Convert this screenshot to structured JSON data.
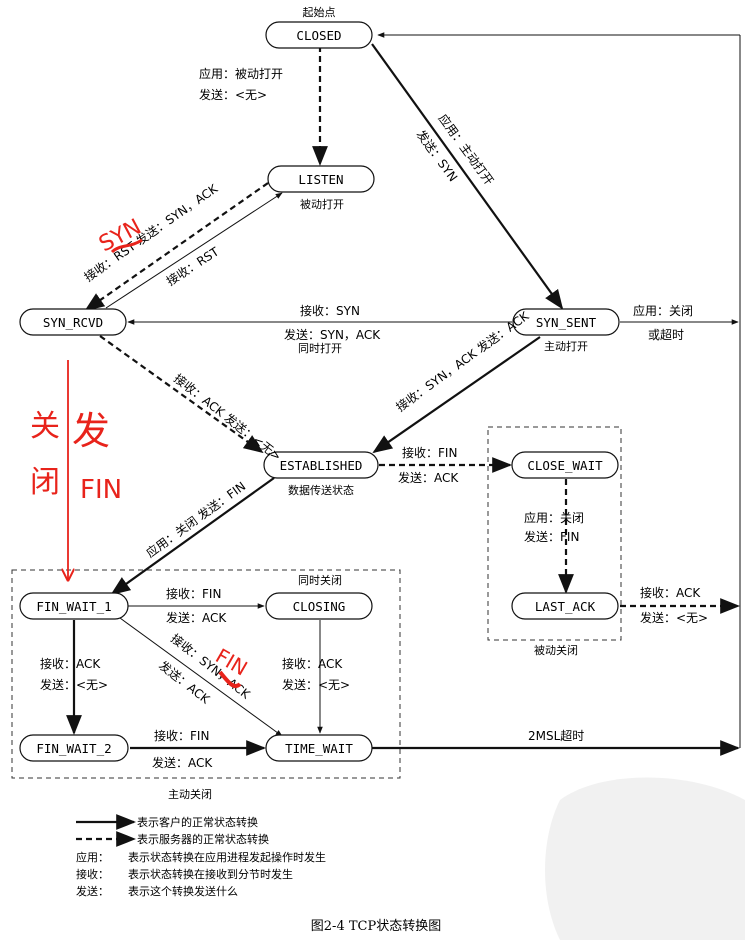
{
  "figure": {
    "caption": "图2-4   TCP状态转换图",
    "states": {
      "closed": "CLOSED",
      "listen": "LISTEN",
      "syn_rcvd": "SYN_RCVD",
      "syn_sent": "SYN_SENT",
      "established": "ESTABLISHED",
      "close_wait": "CLOSE_WAIT",
      "last_ack": "LAST_ACK",
      "fin_wait_1": "FIN_WAIT_1",
      "closing": "CLOSING",
      "fin_wait_2": "FIN_WAIT_2",
      "time_wait": "TIME_WAIT"
    },
    "notes": {
      "start": "起始点",
      "passive_open": "被动打开",
      "active_open": "主动打开",
      "data_transfer": "数据传送状态",
      "simultaneous_open": "同时打开",
      "simultaneous_close": "同时关闭",
      "passive_close": "被动关闭",
      "active_close": "主动关闭"
    },
    "transitions": {
      "closed_listen_app": "应用：被动打开",
      "closed_listen_send": "发送：<无>",
      "closed_synsent_app": "应用：主动打开",
      "closed_synsent_send": "发送：SYN",
      "listen_synrcvd": "接收：RST 发送：SYN，ACK",
      "synrcvd_listen": "接收：RST",
      "synsent_synrcvd_recv": "接收：SYN",
      "synsent_synrcvd_send": "发送：SYN，ACK",
      "synsent_close_app": "应用：关闭",
      "synsent_close_or": "或超时",
      "synrcvd_est": "接收：ACK 发送：<无>",
      "synsent_est": "接收：SYN，ACK 发送：ACK",
      "est_closewait_recv": "接收：FIN",
      "est_closewait_send": "发送：ACK",
      "closewait_lastack_app": "应用：关闭",
      "closewait_lastack_send": "发送：FIN",
      "lastack_recv": "接收：ACK",
      "lastack_send": "发送：<无>",
      "est_finwait1": "应用：关闭 发送：FIN",
      "finwait1_closing_recv": "接收：FIN",
      "finwait1_closing_send": "发送：ACK",
      "finwait1_finwait2_recv": "接收：ACK",
      "finwait1_finwait2_send": "发送：<无>",
      "closing_timewait_recv": "接收：ACK",
      "closing_timewait_send": "发送：<无>",
      "finwait1_timewait_recv": "接收：SYN，ACK",
      "finwait1_timewait_send": "发送：ACK",
      "finwait2_timewait_recv": "接收：FIN",
      "finwait2_timewait_send": "发送：ACK",
      "timeout_2msl": "2MSL超时"
    },
    "legend": {
      "solid": "表示客户的正常状态转换",
      "dashed": "表示服务器的正常状态转换",
      "app_key": "应用：",
      "app_desc": "表示状态转换在应用进程发起操作时发生",
      "recv_key": "接收：",
      "recv_desc": "表示状态转换在接收到分节时发生",
      "send_key": "发送：",
      "send_desc": "表示这个转换发送什么"
    },
    "annotations": {
      "syn_scribble": "SYN",
      "fin_scribble": "FIN",
      "guan": "关",
      "bi": "闭",
      "fa": "发",
      "fin_left": "FIN"
    },
    "colors": {
      "ink": "#111111",
      "annotation_red": "#e8231b"
    }
  }
}
